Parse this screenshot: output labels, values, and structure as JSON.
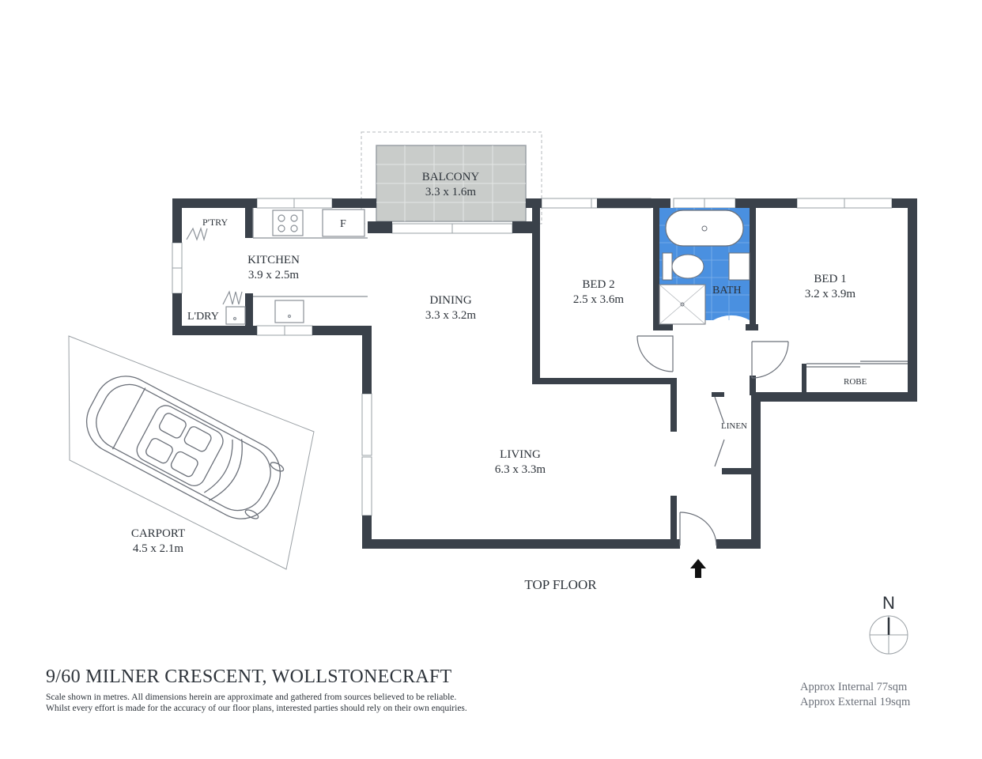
{
  "floor_label": "TOP FLOOR",
  "rooms": [
    {
      "id": "balcony",
      "name": "BALCONY",
      "dims": "3.3 x 1.6m"
    },
    {
      "id": "kitchen",
      "name": "KITCHEN",
      "dims": "3.9 x 2.5m"
    },
    {
      "id": "dining",
      "name": "DINING",
      "dims": "3.3 x 3.2m"
    },
    {
      "id": "bed2",
      "name": "BED 2",
      "dims": "2.5 x 3.6m"
    },
    {
      "id": "bed1",
      "name": "BED 1",
      "dims": "3.2 x 3.9m"
    },
    {
      "id": "living",
      "name": "LIVING",
      "dims": "6.3 x 3.3m"
    },
    {
      "id": "carport",
      "name": "CARPORT",
      "dims": "4.5 x 2.1m"
    }
  ],
  "small_labels": {
    "pantry": "P'TRY",
    "laundry": "L'DRY",
    "bath": "BATH",
    "robe": "ROBE",
    "linen": "LINEN",
    "fridge": "F"
  },
  "compass": "N",
  "address": "9/60 MILNER CRESCENT, WOLLSTONECRAFT",
  "disclaimer": [
    "Scale shown in metres. All dimensions herein are approximate and gathered from sources believed to be  reliable.",
    "Whilst every effort is made for the accuracy of our floor plans, interested parties should rely on their own enquiries."
  ],
  "areas": [
    "Approx Internal 77sqm",
    "Approx External 19sqm"
  ],
  "colors": {
    "wall": "#3a414a",
    "bath_tile": "#4a90e0",
    "balcony_tile": "#c9ccca",
    "line": "#8a9097"
  }
}
